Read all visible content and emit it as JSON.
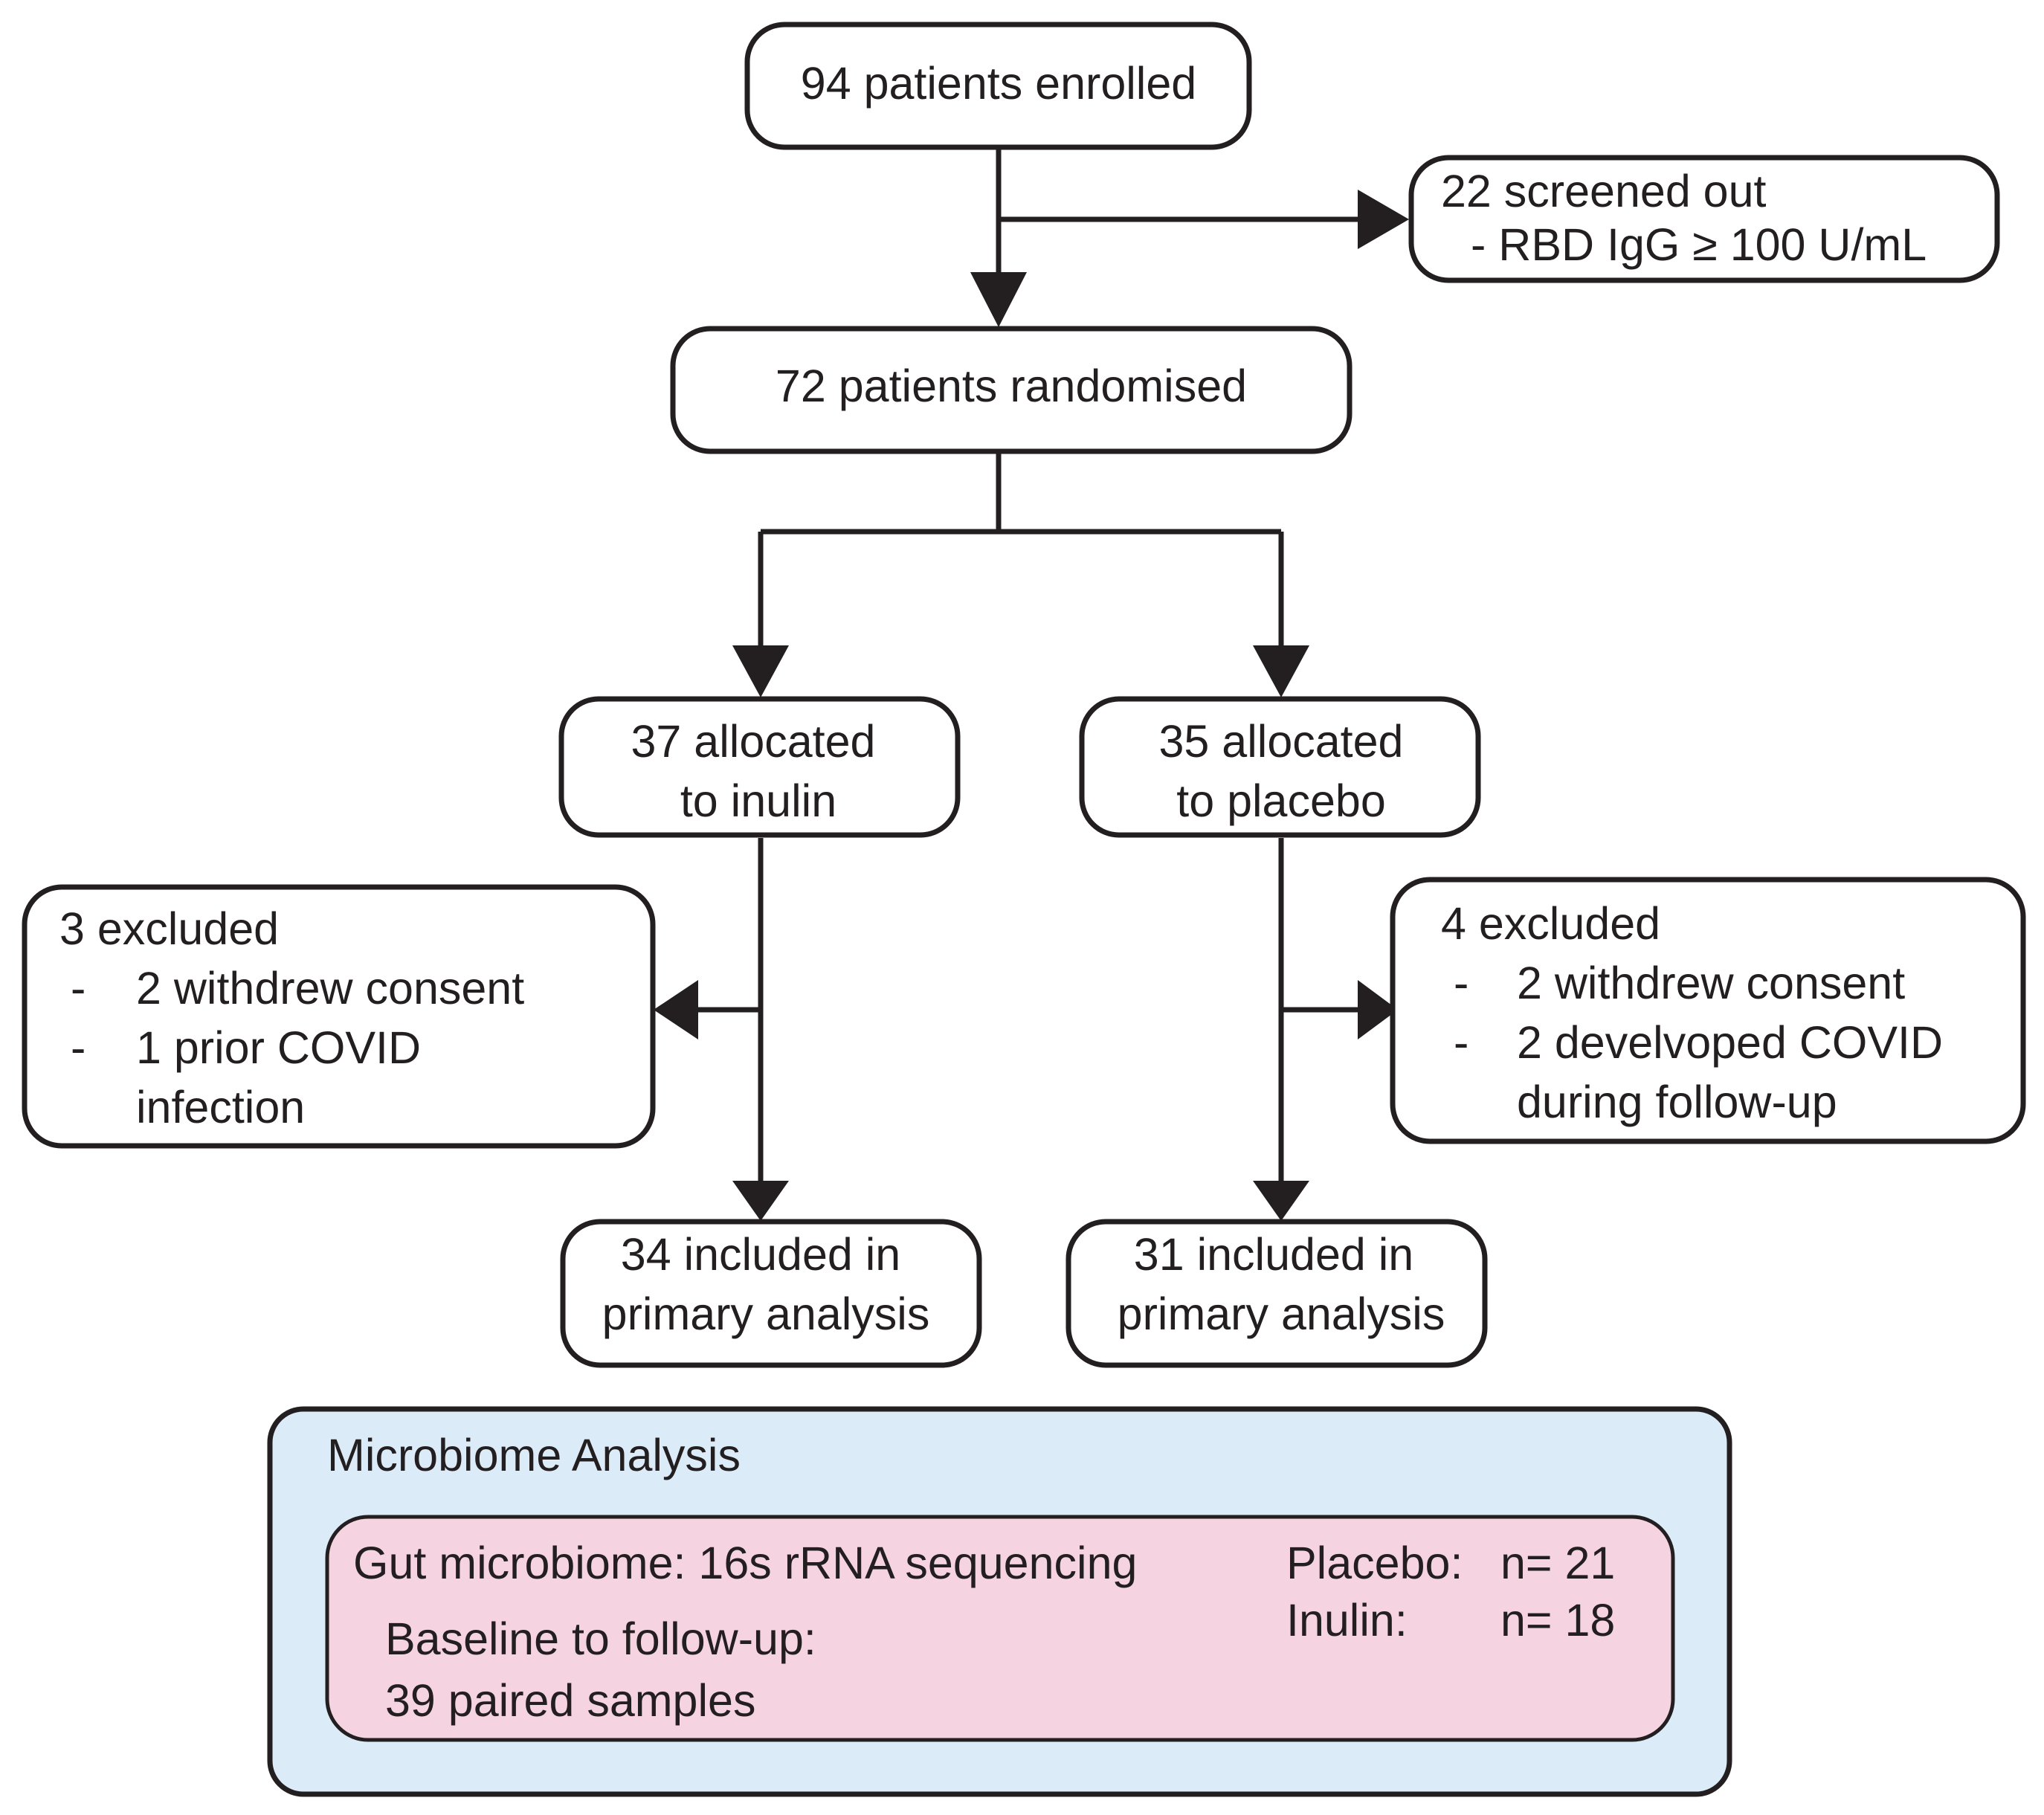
{
  "boxes": {
    "enrolled": {
      "line1": "94 patients enrolled"
    },
    "screened_out": {
      "line1": "22 screened out",
      "line2": "- RBD IgG ≥ 100 U/mL"
    },
    "randomised": {
      "line1": "72 patients randomised"
    },
    "inulin_alloc": {
      "line1": "37 allocated",
      "line2": "to inulin"
    },
    "placebo_alloc": {
      "line1": "35 allocated",
      "line2": "to placebo"
    },
    "inulin_excluded": {
      "title": "3 excluded",
      "items": [
        {
          "dash": "-",
          "text": "2 withdrew consent"
        },
        {
          "dash": "-",
          "text": "1 prior COVID"
        }
      ],
      "continuation": "infection"
    },
    "placebo_excluded": {
      "title": "4 excluded",
      "items": [
        {
          "dash": "-",
          "text": "2 withdrew consent"
        },
        {
          "dash": "-",
          "text": "2 develvoped COVID"
        }
      ],
      "continuation": "during follow-up"
    },
    "inulin_included": {
      "line1": "34 included in",
      "line2": "primary analysis"
    },
    "placebo_included": {
      "line1": "31 included in",
      "line2": "primary analysis"
    }
  },
  "microbiome": {
    "title": "Microbiome Analysis",
    "method": "Gut microbiome: 16s rRNA sequencing",
    "baseline_line1": "Baseline to follow-up:",
    "baseline_line2": "39 paired samples",
    "groups": [
      {
        "label": "Placebo:",
        "value": "n= 21"
      },
      {
        "label": "Inulin:",
        "value": "n= 18"
      }
    ]
  },
  "colors": {
    "stroke": "#231f20",
    "microbiome_outer_fill": "#dcebf8",
    "microbiome_inner_fill": "#f6d3e1"
  }
}
